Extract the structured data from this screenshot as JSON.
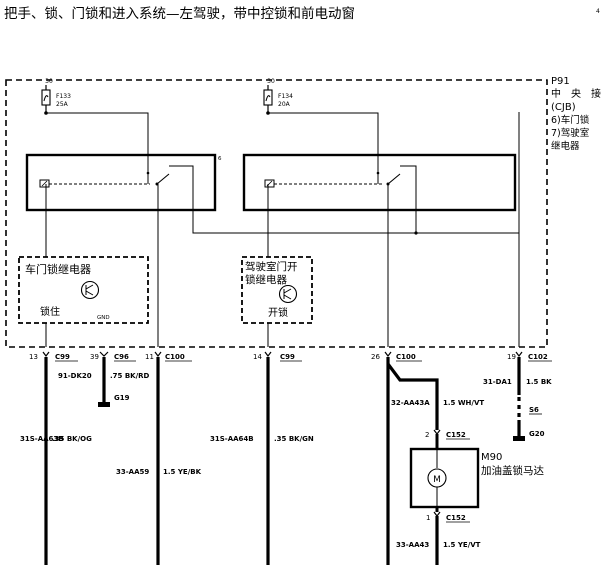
{
  "page": {
    "title": "把手、锁、门锁和进入系统—左驾驶，带中控锁和前电动窗",
    "corner_mark": "4"
  },
  "module": {
    "id": "P91",
    "name_lines": [
      "中　央　接",
      "(CJB)",
      "6)车门锁",
      "7)驾驶室",
      "继电器"
    ]
  },
  "fuses": [
    {
      "feed": "30",
      "name": "F133",
      "rating": "25A"
    },
    {
      "feed": "30",
      "name": "F134",
      "rating": "20A"
    }
  ],
  "relay_box_pin": "6",
  "relays": [
    {
      "label_lines": [
        "车门锁继电器"
      ],
      "sub_left": "锁住",
      "sub_right": "GND"
    },
    {
      "label_lines": [
        "驾驶室门开",
        "锁继电器"
      ],
      "sub_center": "开锁"
    }
  ],
  "connectors": [
    {
      "pin": "13",
      "connector": "C99"
    },
    {
      "pin": "39",
      "connector": "C96"
    },
    {
      "pin": "11",
      "connector": "C100"
    },
    {
      "pin": "14",
      "connector": "C99"
    },
    {
      "pin": "26",
      "connector": "C100"
    },
    {
      "pin": "19",
      "connector": "C102"
    }
  ],
  "wires": [
    {
      "circuit": "91-DK20",
      "spec": ".75 BK/RD"
    },
    {
      "circuit": "31S-AA63B",
      "spec": ".35 BK/OG"
    },
    {
      "circuit": "33-AA59",
      "spec": "1.5 YE/BK"
    },
    {
      "circuit": "31S-AA64B",
      "spec": ".35 BK/GN"
    },
    {
      "circuit": "32-AA43A",
      "spec": "1.5 WH/VT"
    },
    {
      "circuit": "31-DA1",
      "spec": "1.5 BK"
    },
    {
      "circuit": "33-AA43",
      "spec": "1.5 YE/VT"
    }
  ],
  "grounds": [
    {
      "name": "G19"
    },
    {
      "name": "S6"
    },
    {
      "name": "G20"
    }
  ],
  "motor": {
    "id": "M90",
    "name": "加油盖锁马达",
    "symbol": "M",
    "top_pin": "2",
    "top_connector": "C152",
    "bottom_pin": "1",
    "bottom_connector": "C152"
  }
}
